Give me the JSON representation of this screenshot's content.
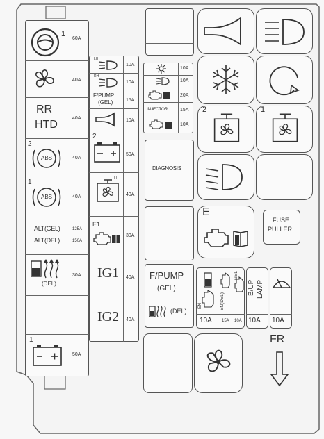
{
  "fuses": {
    "steering_amp": "60A",
    "steering_num": "1",
    "fan_amp": "40A",
    "rr_htd_line1": "RR",
    "rr_htd_line2": "HTD",
    "rr_htd_amp": "40A",
    "abs2_num": "2",
    "abs2_text": "ABS",
    "abs2_amp": "40A",
    "abs1_num": "1",
    "abs1_text": "ABS",
    "abs1_amp": "40A",
    "alt1": "ALT(GEL)",
    "alt1_amp": "125A",
    "alt2": "ALT(DEL)",
    "alt2_amp": "150A",
    "glow_text": "(DEL)",
    "glow_amp": "30A",
    "batt1_num": "1",
    "batt1_amp": "50A",
    "lh_text": "LH",
    "lh_amp": "10A",
    "rh_text": "RH",
    "rh_amp": "10A",
    "fpump1": "F/PUMP",
    "fpump2": "(GEL)",
    "fpump_amp": "15A",
    "horn_amp": "10A",
    "sun_amp": "10A",
    "lamp2_amp": "10A",
    "eng_amp": "20A",
    "injector": "INJECTOR",
    "injector_amp": "15A",
    "eng2_amp": "10A",
    "batt2_num": "2",
    "batt2_amp": "50A",
    "tt_text": "TT",
    "cond_amp": "40A",
    "e1_text": "E1",
    "e1_amp": "30A",
    "ig1": "IG1",
    "ig1_amp": "40A",
    "ig2": "IG2",
    "ig2_amp": "40A",
    "diagnosis": "DIAGNOSIS",
    "fp_big1": "F/PUMP",
    "fp_big2": "(GEL)",
    "fp_big3": "(DEL)",
    "e_text": "E",
    "fuse_puller1": "FUSE",
    "fuse_puller2": "PULLER",
    "relay2_num": "2",
    "relay1_num": "1",
    "s_en": "EN",
    "s_en_del": "EN(DEL)",
    "s_gel": "GEL",
    "s_bup1": "B/UP",
    "s_bup2": "LAMP",
    "s_amp1": "10A",
    "s_amp2": "15A",
    "s_amp3": "10A",
    "s_amp4": "10A",
    "s_amp5": "10A",
    "fr": "FR"
  }
}
